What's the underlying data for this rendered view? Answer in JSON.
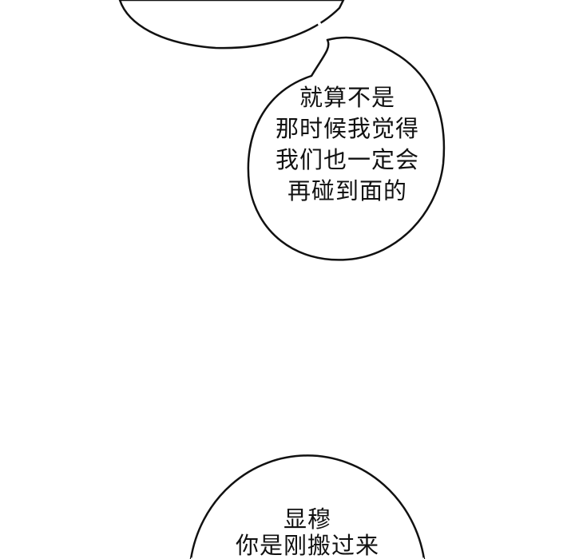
{
  "bubbles": [
    {
      "lines": []
    },
    {
      "lines": [
        "就算不是",
        "那时候我觉得",
        "我们也一定会",
        "再碰到面的"
      ]
    },
    {
      "lines": [
        "显穆",
        "你是刚搬过来"
      ]
    }
  ]
}
